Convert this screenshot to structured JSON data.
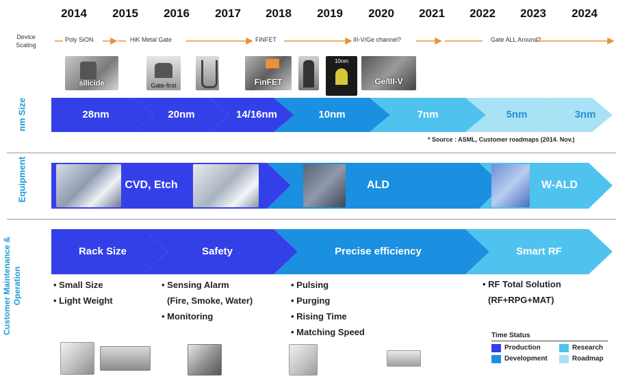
{
  "years": [
    "2014",
    "2015",
    "2016",
    "2017",
    "2018",
    "2019",
    "2020",
    "2021",
    "2022",
    "2023",
    "2024"
  ],
  "device_scaling": {
    "label_line1": "Device",
    "label_line2": "Scaling",
    "stages": [
      "Poly SiON",
      "HiK Metal Gate",
      "FiNFET",
      "III-V/Ge channel?",
      "Gate ALL Around?"
    ],
    "image_captions": [
      "silicide",
      "Gate-first",
      "FinFET",
      "10nm",
      "Ge/III-V"
    ]
  },
  "nm_size": {
    "label": "nm Size",
    "nodes": [
      "28nm",
      "20nm",
      "14/16nm",
      "10nm",
      "7nm",
      "5nm",
      "3nm"
    ],
    "source": "* Source : ASML, Customer roadmaps (2014. Nov.)"
  },
  "equipment": {
    "label": "Equipment",
    "items": [
      "CVD, Etch",
      "ALD",
      "W-ALD"
    ]
  },
  "maintenance": {
    "label_line1": "Customer Maintenance &",
    "label_line2": "Operation",
    "phases": [
      "Rack Size",
      "Safety",
      "Precise efficiency",
      "Smart RF"
    ],
    "bullets_rack": [
      "• Small Size",
      "• Light Weight"
    ],
    "bullets_safety": [
      "• Sensing Alarm",
      "(Fire, Smoke, Water)",
      "• Monitoring"
    ],
    "bullets_precise": [
      "• Pulsing",
      "• Purging",
      "• Rising Time",
      "• Matching Speed"
    ],
    "bullets_smart": [
      "• RF Total Solution",
      "(RF+RPG+MAT)"
    ]
  },
  "legend": {
    "title": "Time Status",
    "items": [
      {
        "label": "Production",
        "color": "#3340E8"
      },
      {
        "label": "Development",
        "color": "#1B8FE0"
      },
      {
        "label": "Research",
        "color": "#4FC3EE"
      },
      {
        "label": "Roadmap",
        "color": "#A8E2F5"
      }
    ]
  },
  "colors": {
    "production": "#3340E8",
    "development": "#1B8FE0",
    "research": "#4FC3EE",
    "roadmap": "#A8E2F5",
    "side_label": "#1E9BD7",
    "timeline_arrow": "#E8913A"
  }
}
